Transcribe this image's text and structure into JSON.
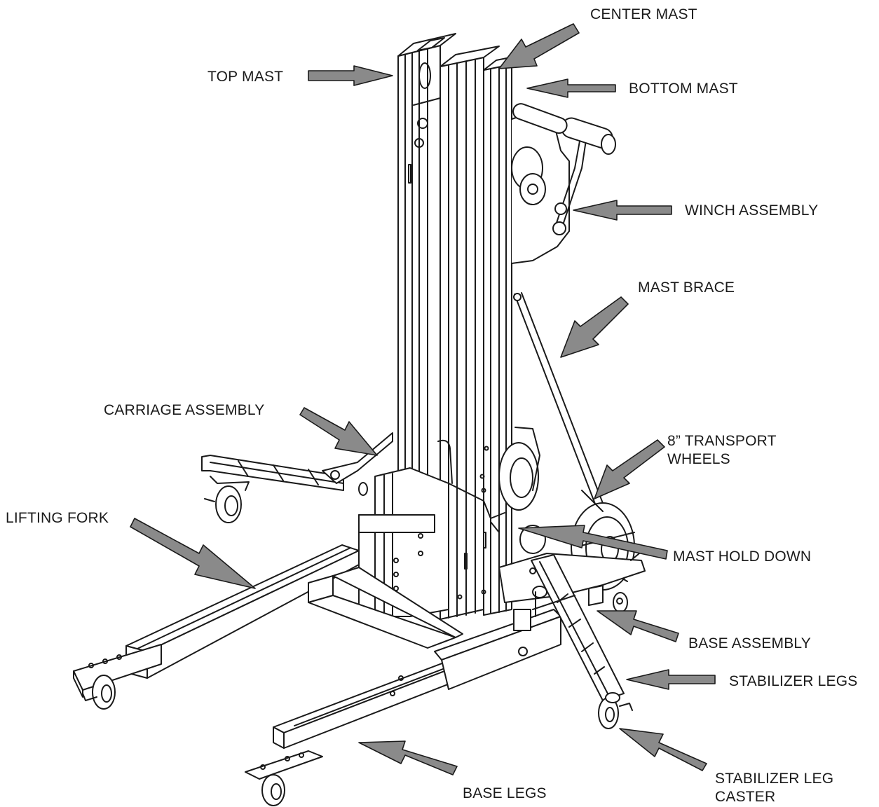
{
  "diagram": {
    "labels": {
      "center_mast": "CENTER MAST",
      "top_mast": "TOP MAST",
      "bottom_mast": "BOTTOM MAST",
      "winch_assembly": "WINCH ASSEMBLY",
      "mast_brace": "MAST BRACE",
      "carriage_assembly": "CARRIAGE ASSEMBLY",
      "transport_wheels_line1": "8” TRANSPORT",
      "transport_wheels_line2": "WHEELS",
      "lifting_fork": "LIFTING FORK",
      "mast_hold_down": "MAST HOLD DOWN",
      "base_assembly": "BASE ASSEMBLY",
      "stabilizer_legs": "STABILIZER LEGS",
      "stabilizer_leg_caster_line1": "STABILIZER LEG",
      "stabilizer_leg_caster_line2": "CASTER",
      "base_legs": "BASE LEGS"
    },
    "colors": {
      "line": "#1a1a1a",
      "arrow_fill": "#8a8a8a",
      "background": "#ffffff"
    }
  }
}
